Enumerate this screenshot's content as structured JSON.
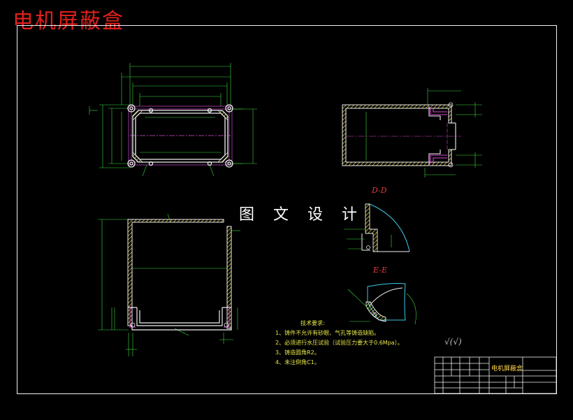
{
  "drawing": {
    "title": "电机屏蔽盒",
    "watermark": "图 文 设 计"
  },
  "section_labels": {
    "d": "D-D",
    "e": "E-E"
  },
  "technical_notes": {
    "heading": "技术要求:",
    "items": [
      "1、铸件不允许有砂眼、气孔等铸造缺陷。",
      "2、必须进行水压试验（试验压力要大于0.6Mpa）。",
      "3、铸造圆角R2。",
      "4、未注倒角C1。"
    ]
  },
  "roughness_symbol": "√(√)",
  "title_block": {
    "part_name": "电机屏蔽盒"
  },
  "colors": {
    "background": "#000000",
    "frame": "#f2f2f2",
    "title": "#e0201c",
    "outline": "#f0f0f0",
    "hatch": "#e8d84a",
    "dimension": "#3cdc3c",
    "centerline": "#d24ad2",
    "arc": "#3cc8e6"
  }
}
